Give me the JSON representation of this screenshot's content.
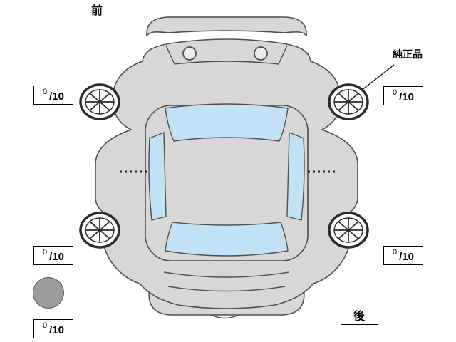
{
  "labels": {
    "front": "前",
    "rear": "後",
    "genuine_parts": "純正品"
  },
  "tire_scores": {
    "front_left": {
      "value": "0",
      "max": "/10"
    },
    "front_right": {
      "value": "0",
      "max": "/10"
    },
    "rear_left": {
      "value": "0",
      "max": "/10"
    },
    "rear_right": {
      "value": "0",
      "max": "/10"
    },
    "spare": {
      "value": "0",
      "max": "/10"
    }
  },
  "colors": {
    "body_fill": "#d7d7d7",
    "outline": "#4f4f4f",
    "glass": "#c3e1f5",
    "spare_tire": "#9c9c9c",
    "background": "#ffffff"
  }
}
